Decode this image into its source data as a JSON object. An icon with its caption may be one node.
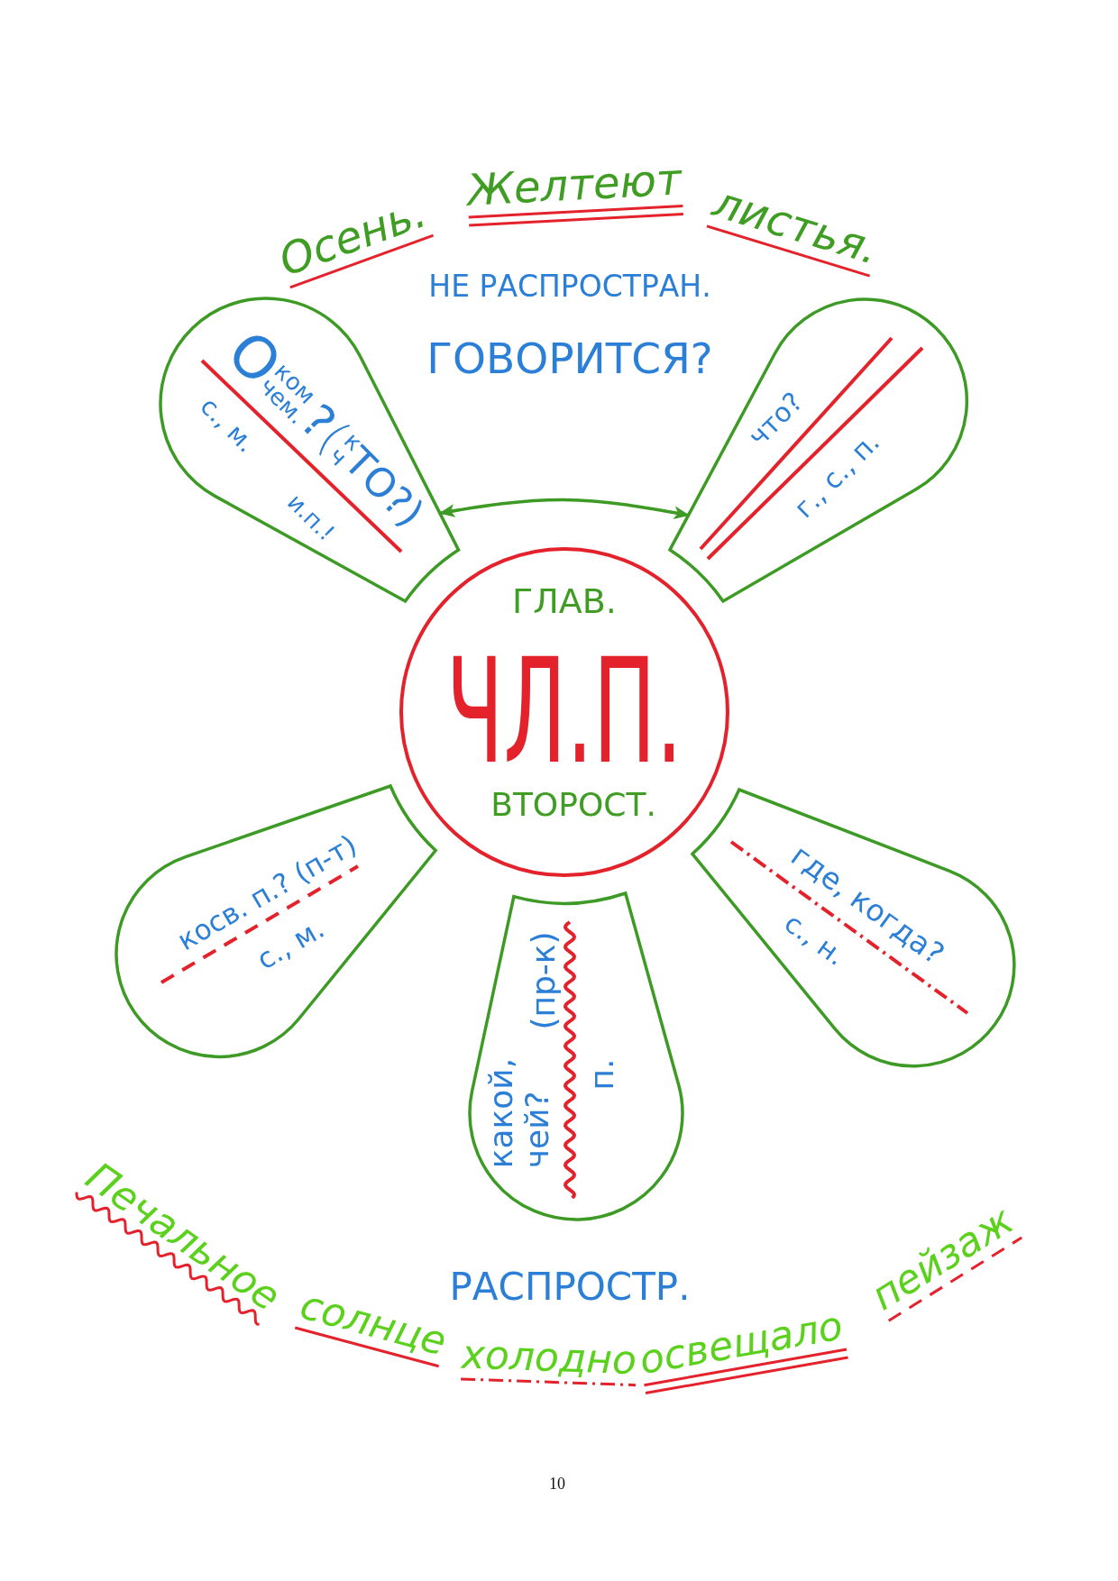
{
  "diagram": {
    "nodes": [
      {
        "text": [
          "ГЛАВ.",
          "ЧЛ.П.",
          "ВТОРОСТ."
        ]
      },
      {
        "text": [
          "О",
          "ком",
          "чем.",
          "?",
          "(",
          "к",
          "ч",
          "ТО?)",
          "с., м.",
          "и.п.!"
        ]
      },
      {
        "text": [
          "что?",
          "г., с., п."
        ]
      },
      {
        "text": [
          "косв. п.? (п-т)",
          "с., м."
        ]
      },
      {
        "text": [
          "какой, чей?",
          "(пр-к)",
          "п."
        ]
      },
      {
        "text": [
          "где, когда?",
          "с., н."
        ]
      }
    ],
    "edges": [
      {
        "from": 1,
        "to": 2,
        "arrow": "both"
      }
    ],
    "labels": [
      "Осень.",
      "Желтеют",
      "листья.",
      "НЕ РАСПРОСТРАН.",
      "ГОВОРИТСЯ?",
      "РАСПРОСТР.",
      "Печальное",
      "солнце",
      "холодно",
      "освещало",
      "пейзаж",
      "10"
    ]
  }
}
